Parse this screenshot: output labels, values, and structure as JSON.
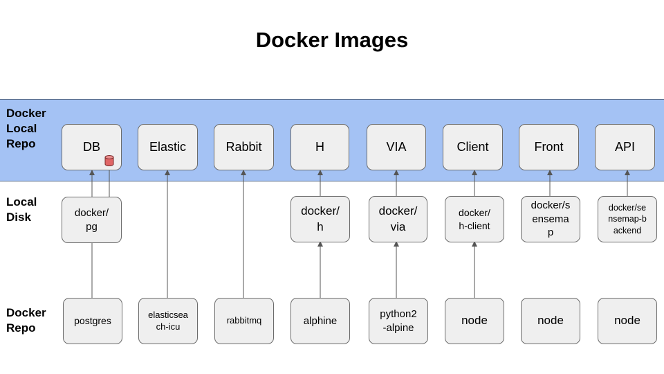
{
  "title": "Docker Images",
  "row_labels": {
    "local_repo": [
      "Docker",
      "Local",
      "Repo"
    ],
    "local_disk": [
      "Local",
      "Disk"
    ],
    "docker_repo": [
      "Docker",
      "Repo"
    ]
  },
  "local_repo_images": [
    "DB",
    "Elastic",
    "Rabbit",
    "H",
    "VIA",
    "Client",
    "Front",
    "API"
  ],
  "local_disk_images": {
    "pg": [
      "docker/",
      "pg"
    ],
    "h": [
      "docker/",
      "h"
    ],
    "via": [
      "docker/",
      "via"
    ],
    "h_client": [
      "docker/",
      "h-client"
    ],
    "sensemap": [
      "docker/s",
      "ensema",
      "p"
    ],
    "sensemap_backend": [
      "docker/se",
      "nsemap-b",
      "ackend"
    ]
  },
  "docker_repo_images": {
    "postgres": [
      "postgres"
    ],
    "elasticsearch_icu": [
      "elasticsea",
      "ch-icu"
    ],
    "rabbitmq": [
      "rabbitmq"
    ],
    "alphine": [
      "alphine"
    ],
    "python2_alpine": [
      "python2",
      "-alpine"
    ],
    "node_1": [
      "node"
    ],
    "node_2": [
      "node"
    ],
    "node_3": [
      "node"
    ]
  },
  "colors": {
    "band": "#a4c2f4",
    "box_fill": "#efefef",
    "box_border": "#6b6b6b",
    "db_icon": "#e06666"
  },
  "icons": {
    "db": "database-cylinder-icon"
  }
}
